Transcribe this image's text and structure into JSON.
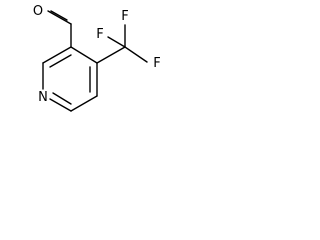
{
  "molecule": {
    "atoms": {
      "oxygen": "O",
      "nitrogen": "N",
      "fluorine_1": "F",
      "fluorine_2": "F",
      "fluorine_3": "F"
    },
    "colors": {
      "ink": "#000000",
      "background": "#ffffff"
    }
  }
}
